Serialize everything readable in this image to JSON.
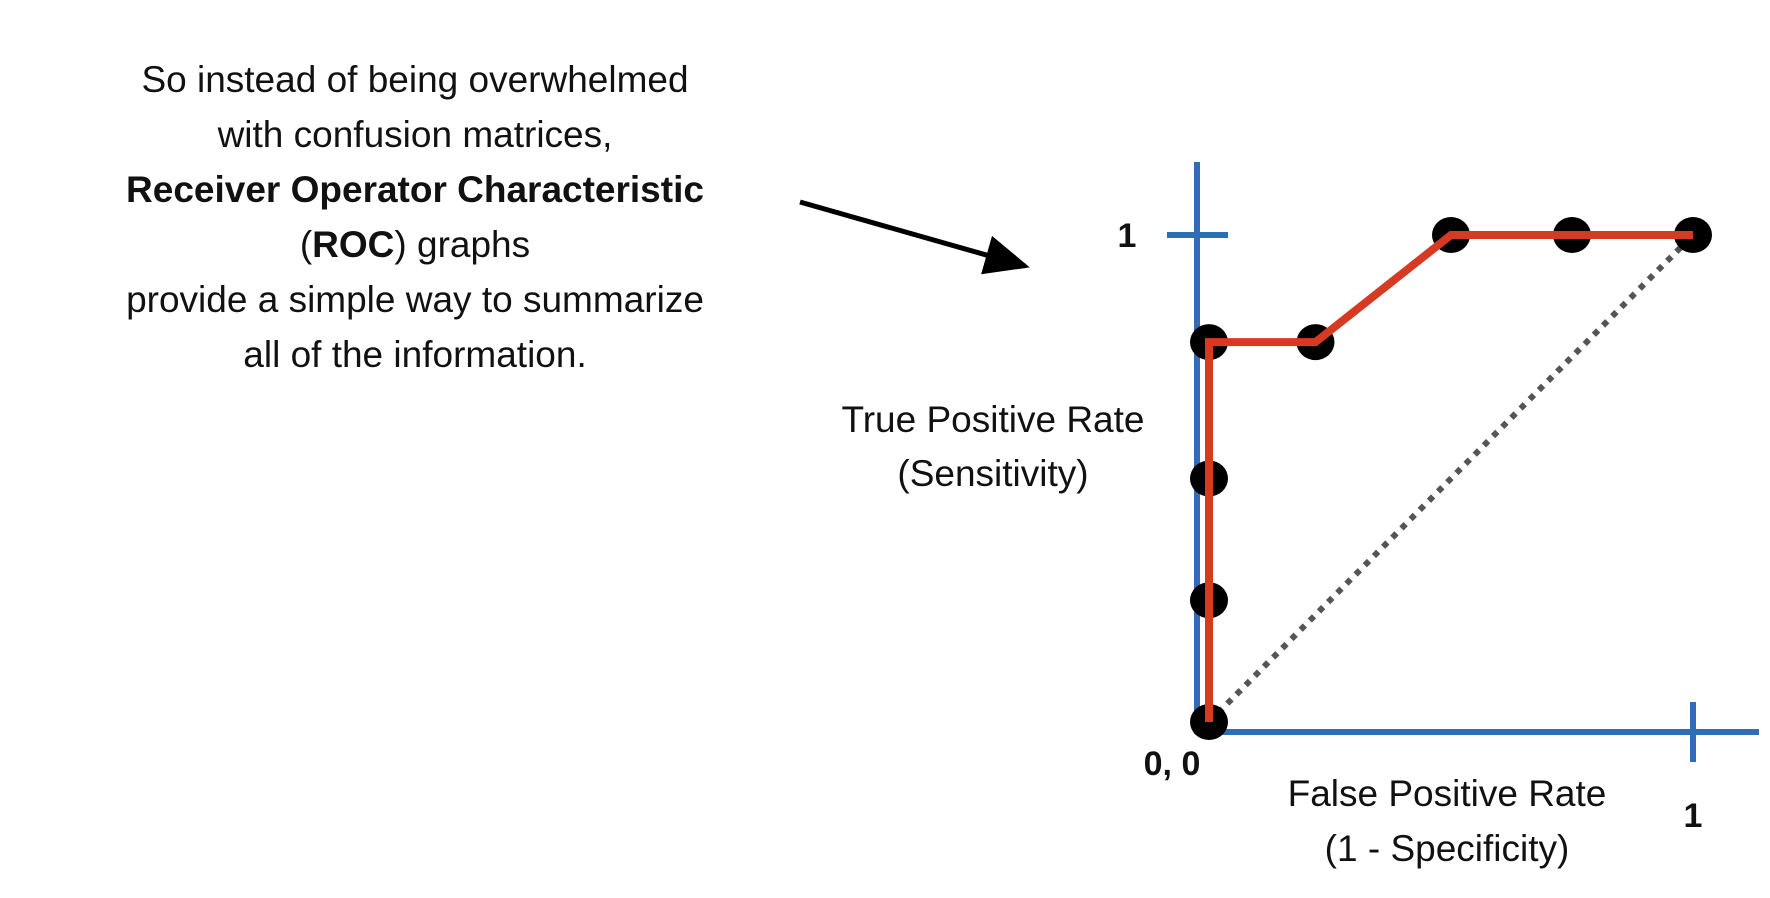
{
  "caption": {
    "line1": "So instead of being overwhelmed",
    "line2": "with confusion matrices,",
    "line3_bold": "Receiver Operator Characteristic",
    "line4_open": "(",
    "line4_bold": "ROC",
    "line4_rest": ") graphs",
    "line5": "provide a simple way to summarize",
    "line6": "all of the information."
  },
  "colors": {
    "axis": "#2f6db5",
    "curve": "#d63a22",
    "points": "#000000",
    "diagonal": "#555555"
  },
  "chart_data": {
    "type": "line",
    "title": "",
    "ylabel": [
      "True Positive Rate",
      "(Sensitivity)"
    ],
    "xlabel": [
      "False Positive Rate",
      "(1 - Specificity)"
    ],
    "origin_label": "0, 0",
    "x_tick_label": "1",
    "y_tick_label": "1",
    "xlim": [
      0,
      1
    ],
    "ylim": [
      0,
      1
    ],
    "grid": false,
    "points": [
      {
        "x": 0,
        "y": 0
      },
      {
        "x": 0,
        "y": 0.25
      },
      {
        "x": 0,
        "y": 0.5
      },
      {
        "x": 0,
        "y": 0.78
      },
      {
        "x": 0.22,
        "y": 0.78
      },
      {
        "x": 0.5,
        "y": 1
      },
      {
        "x": 0.75,
        "y": 1
      },
      {
        "x": 1,
        "y": 1
      }
    ],
    "roc_curve": [
      [
        0,
        0
      ],
      [
        0,
        0.78
      ],
      [
        0.22,
        0.78
      ],
      [
        0.5,
        1
      ],
      [
        1,
        1
      ]
    ],
    "diagonal": [
      [
        0,
        0
      ],
      [
        1,
        1
      ]
    ]
  }
}
